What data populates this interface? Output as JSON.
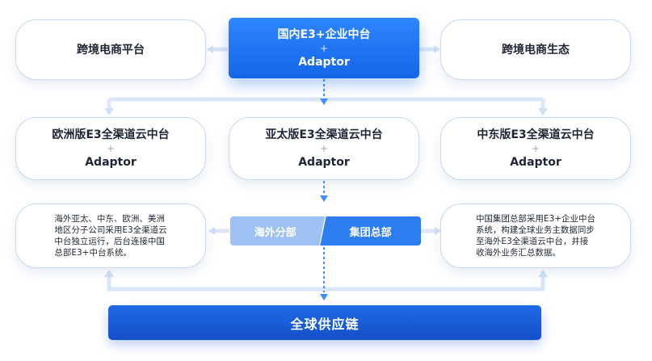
{
  "top": {
    "left": "跨境电商平台",
    "center": {
      "title": "国内E3+企业中台",
      "plus": "+",
      "sub": "Adaptor"
    },
    "right": "跨境电商生态"
  },
  "regions": [
    {
      "title": "欧洲版E3全渠道云中台",
      "plus": "+",
      "sub": "Adaptor"
    },
    {
      "title": "亚太版E3全渠道云中台",
      "plus": "+",
      "sub": "Adaptor"
    },
    {
      "title": "中东版E3全渠道云中台",
      "plus": "+",
      "sub": "Adaptor"
    }
  ],
  "middle": {
    "left_desc": [
      "海外亚太、中东、欧洲、美洲",
      "地区分子公司采用E3全渠道云",
      "中台独立运行，后台连接中国",
      "总部E3+中台系统。"
    ],
    "tag_left": "海外分部",
    "tag_right": "集团总部",
    "right_desc": [
      "中国集团总部采用E3+企业中台",
      "系统，构建全球业务主数据同步",
      "至海外E3全渠道云中台，并接",
      "收海外业务汇总数据。"
    ]
  },
  "bottom": {
    "label": "全球供应链"
  },
  "colors": {
    "connector": "#cfe0f7",
    "connector_dash": "#3f8cff",
    "hero": "#1f74f0",
    "bar": "#1a5ad6"
  }
}
